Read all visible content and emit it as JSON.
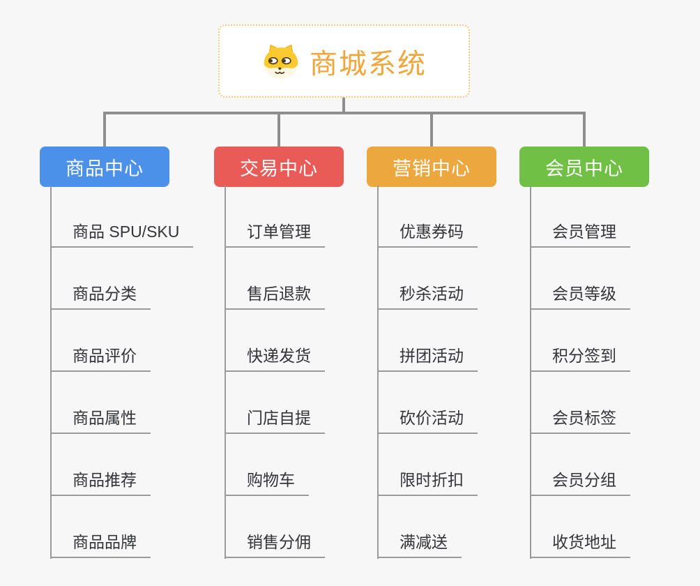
{
  "root": {
    "title": "商城系统",
    "icon": "shiba-dog-icon"
  },
  "branches": [
    {
      "label": "商品中心",
      "color": "#4b90e9",
      "children": [
        "商品 SPU/SKU",
        "商品分类",
        "商品评价",
        "商品属性",
        "商品推荐",
        "商品品牌"
      ]
    },
    {
      "label": "交易中心",
      "color": "#e95b57",
      "children": [
        "订单管理",
        "售后退款",
        "快递发货",
        "门店自提",
        "购物车",
        "销售分佣"
      ]
    },
    {
      "label": "营销中心",
      "color": "#eca73e",
      "children": [
        "优惠券码",
        "秒杀活动",
        "拼团活动",
        "砍价活动",
        "限时折扣",
        "满减送"
      ]
    },
    {
      "label": "会员中心",
      "color": "#6fc044",
      "children": [
        "会员管理",
        "会员等级",
        "积分签到",
        "会员标签",
        "会员分组",
        "收货地址"
      ]
    }
  ],
  "colors": {
    "background": "#f7f7f7",
    "root_border": "#f2c879",
    "root_text": "#f0a63c",
    "connector": "#8e8e8e",
    "leaf_underline": "#9a9a9a",
    "leaf_text": "#33343a"
  }
}
